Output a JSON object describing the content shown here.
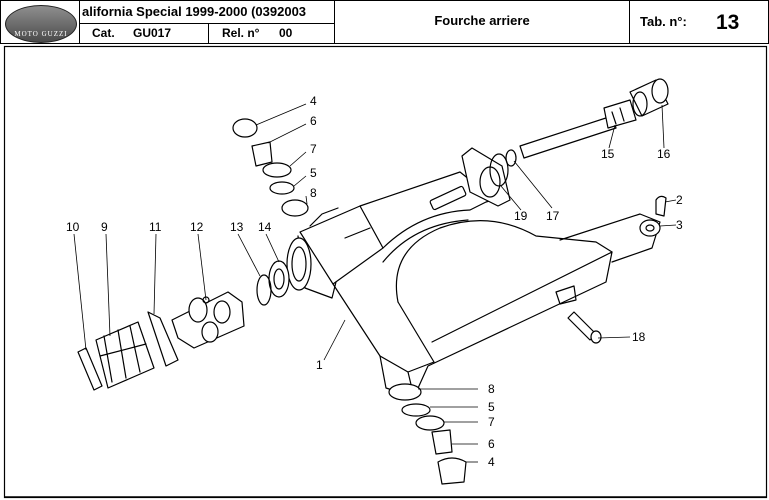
{
  "header": {
    "brand_logo_text": "MOTO GUZZI",
    "model_title": "alifornia Special 1999-2000 (0392003",
    "catalog_label": "Cat.",
    "catalog_value": "GU017",
    "release_label": "Rel. n°",
    "release_value": "00",
    "section_title": "Fourche arriere",
    "table_label": "Tab. n°:",
    "table_number": "13"
  },
  "diagram": {
    "callouts": [
      "1",
      "2",
      "3",
      "4",
      "4",
      "5",
      "5",
      "6",
      "6",
      "7",
      "7",
      "8",
      "8",
      "9",
      "10",
      "11",
      "12",
      "13",
      "14",
      "15",
      "16",
      "17",
      "18",
      "19"
    ]
  },
  "colors": {
    "line": "#000000",
    "background": "#ffffff",
    "logo": "#6b6b6b"
  }
}
